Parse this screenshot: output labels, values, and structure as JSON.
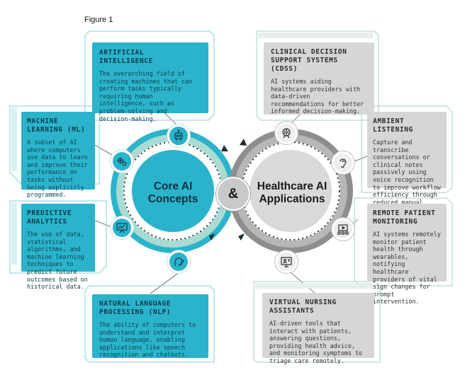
{
  "figure_label": "Figure 1",
  "colors": {
    "ai_accent": "#2bb3cc",
    "ai_dark": "#0f7d93",
    "ai_pale": "#a9dbd3",
    "hc_accent": "#d6d6d6",
    "hc_dark": "#8e8e8e",
    "hc_pale": "#b7b7b7",
    "ampersand_bg": "#c9c9c9"
  },
  "center": {
    "left_title": "Core AI Concepts",
    "left_title_line1": "Core AI",
    "left_title_line2": "Concepts",
    "ampersand": "&",
    "right_title_line1": "Healthcare AI",
    "right_title_line2": "Applications"
  },
  "core_concepts": [
    {
      "title_lines": [
        "ARTIFICIAL INTELLIGENCE"
      ],
      "description": "The overarching field of creating machines that can perform tasks typically requiring human intelligence, such as problem-solving and decision-making.",
      "icon": "robot-icon"
    },
    {
      "title_lines": [
        "MACHINE",
        "LEARNING (ML)"
      ],
      "description": "A subset of AI where computers use data to learn and improve their performance on tasks without being explicitly programmed.",
      "icon": "gears-icon"
    },
    {
      "title_lines": [
        "PREDICTIVE",
        "ANALYTICS"
      ],
      "description": "The use of data, statistical algorithms, and machine learning techniques to predict future outcomes based on historical data.",
      "icon": "analytics-board-icon"
    },
    {
      "title_lines": [
        "NATURAL LANGUAGE",
        "PROCESSING (NLP)"
      ],
      "description": "The ability of computers to understand and interpret human language, enabling applications like speech recognition and chatbots.",
      "icon": "speaking-head-icon"
    }
  ],
  "healthcare_applications": [
    {
      "title_lines": [
        "CLINICAL DECISION",
        "SUPPORT SYSTEMS (CDSS)"
      ],
      "description": "AI systems aiding healthcare providers with data-driven recommendations for better informed decision-making.",
      "icon": "brain-decision-icon"
    },
    {
      "title_lines": [
        "AMBIENT",
        "LISTENING"
      ],
      "description": "Capture and transcribe conversations or clinical notes passively using voice recognition to improve workflow efficiency through reduced manual documentation.",
      "icon": "ear-icon"
    },
    {
      "title_lines": [
        "REMOTE PATIENT",
        "MONITORING"
      ],
      "description": "AI systems remotely monitor patient health through wearables, notifying healthcare providers of vital sign changes for prompt intervention.",
      "icon": "monitor-devices-icon"
    },
    {
      "title_lines": [
        "VIRTUAL NURSING",
        "ASSISTANTS"
      ],
      "description": "AI-driven tools that interact with patients, answering questions, providing health advice, and monitoring symptoms to triage care remotely.",
      "icon": "video-call-icon"
    }
  ]
}
